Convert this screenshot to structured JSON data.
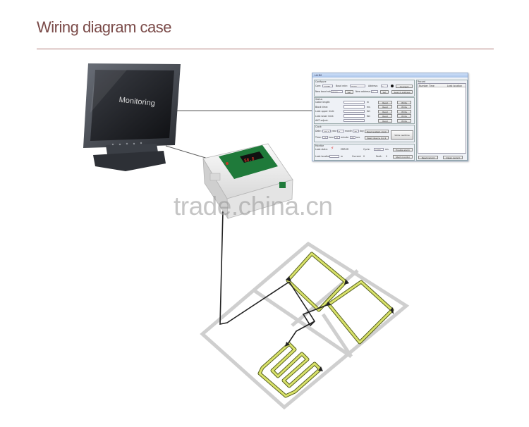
{
  "header": {
    "title": "Wiring diagram case"
  },
  "monitor": {
    "screen_text": "Monitoring"
  },
  "software": {
    "window_title": "LLHM",
    "config": {
      "section": "Configure",
      "com_label": "Com:",
      "com_value": "COM3",
      "baud_label": "Baud rate:",
      "baud_value": "9600",
      "address_label": "Address:",
      "address_value": "1",
      "connect": "Connect",
      "new_baud_label": "New baud rate:",
      "new_baud_value": "9600",
      "set": "Set",
      "new_address_label": "New address:",
      "new_address_value": "1",
      "search_address": "Search address"
    },
    "status": {
      "section": "Status",
      "rows": [
        {
          "label": "Cable length:",
          "unit": "m",
          "read": "Read",
          "write": "Write"
        },
        {
          "label": "Block time:",
          "unit": "ms",
          "read": "Read",
          "write": "Write"
        },
        {
          "label": "Leak upper limit:",
          "unit": "KΩ",
          "read": "Read",
          "write": "Write"
        },
        {
          "label": "Leak lower limit:",
          "unit": "KΩ",
          "read": "Read",
          "write": "Write"
        },
        {
          "label": "ANT adjust:",
          "unit": "",
          "read": "Read",
          "write": "Write"
        }
      ]
    },
    "clock": {
      "section": "Clock",
      "date_label": "Date:",
      "year_value": "2014",
      "year_unit": "year",
      "month_value": "8",
      "month_unit": "month",
      "day_value": "28",
      "day_unit": "day",
      "read_system_clock": "Read system clock",
      "time_label": "Time:",
      "hour_value": "16",
      "hour_unit": "hour",
      "minute_value": "31",
      "minute_unit": "minute",
      "second_value": "25",
      "second_unit": "sec",
      "read_device_clock": "Read device clock",
      "write_realtime": "Write realtime"
    },
    "monitor": {
      "section": "Monitor",
      "leak_state_label": "Leak state:",
      "leak_state_value": "ERROR",
      "cycle_label": "Cycle:",
      "cycle_value": "1000",
      "cycle_unit": "ms",
      "enable_alarm": "Enable alarm",
      "leak_location_label": "Leak location:",
      "leak_location_unit": "m",
      "current_label": "Current:",
      "current_value": "0",
      "fault_label": "Fault:",
      "fault_value": "0",
      "start_monitor": "Start monitor"
    },
    "record": {
      "section": "Record",
      "col_number": "Number",
      "col_time": "Time",
      "col_location": "Leak location",
      "read_record": "Read record",
      "clean_record": "Clean record"
    }
  },
  "controller": {
    "display_value": "88.8"
  },
  "watermark": "trade.china.cn",
  "colors": {
    "cable": "#d9e26a",
    "cable_edge": "#56601e",
    "wire": "#222222",
    "floor_line": "#cfcfcf"
  }
}
